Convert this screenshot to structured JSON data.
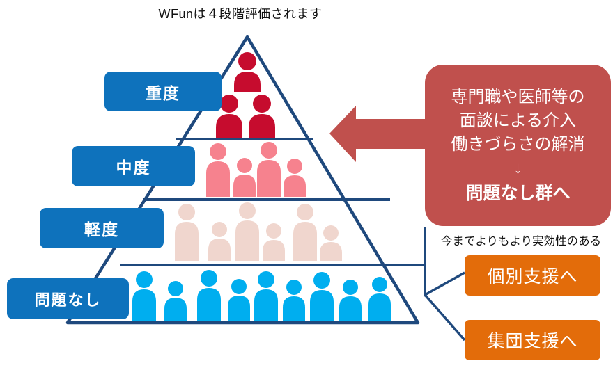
{
  "title": "WFunは４段階評価されます",
  "pyramid": {
    "levels": [
      {
        "label": "重度",
        "count": 3,
        "person_color": "#C60C2E"
      },
      {
        "label": "中度",
        "count": 4,
        "person_color": "#F6828E"
      },
      {
        "label": "軽度",
        "count": 6,
        "person_color": "#F0D6CE"
      },
      {
        "label": "問題なし",
        "count": 9,
        "person_color": "#00AEEF"
      }
    ]
  },
  "intervention_box": {
    "lines": [
      "専門職や医師等の",
      "面談による介入",
      "働きづらさの解消",
      "↓"
    ],
    "emphasis": "問題なし群へ"
  },
  "support": {
    "caption": "今までよりもより実効性のある",
    "buttons": [
      {
        "label": "個別支援へ"
      },
      {
        "label": "集団支援へ"
      }
    ]
  },
  "colors": {
    "outline_navy": "#1F497D",
    "level_box_blue": "#0E72BC",
    "intervention_red": "#C0504D",
    "support_orange": "#E36C0A"
  }
}
